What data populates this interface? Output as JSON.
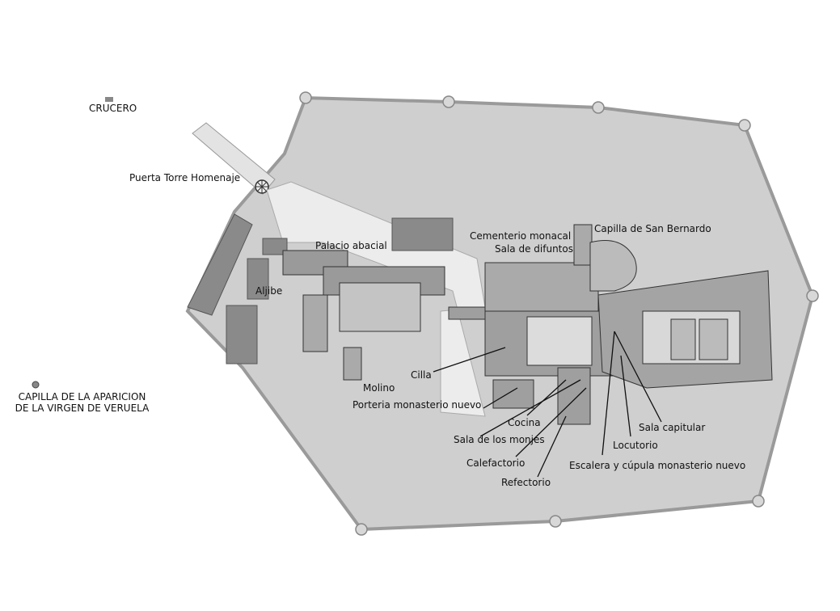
{
  "colors": {
    "ground": "#cfcfcf",
    "wall": "#9a9a9a",
    "building": "#8a8a8a",
    "courtyard": "#e6e6e6",
    "path": "#e9e9e9"
  },
  "labels": {
    "crucero": "CRUCERO",
    "puerta": "Puerta Torre Homenaje",
    "palacio": "Palacio abacial",
    "aljibe": "Aljibe",
    "cementerio": "Cementerio monacal",
    "sala_difuntos": "Sala de difuntos",
    "capilla_bernardo": "Capilla de San Bernardo",
    "cilla": "Cilla",
    "molino": "Molino",
    "porteria": "Porteria monasterio nuevo",
    "cocina": "Cocina",
    "sala_monjes": "Sala de los monjes",
    "calefactorio": "Calefactorio",
    "refectorio": "Refectorio",
    "sala_capitular": "Sala capitular",
    "locutorio": "Locutorio",
    "escalera": "Escalera y cúpula monasterio nuevo",
    "capilla_aparicion_1": "CAPILLA DE LA APARICION",
    "capilla_aparicion_2": "DE LA VIRGEN DE VERUELA"
  }
}
